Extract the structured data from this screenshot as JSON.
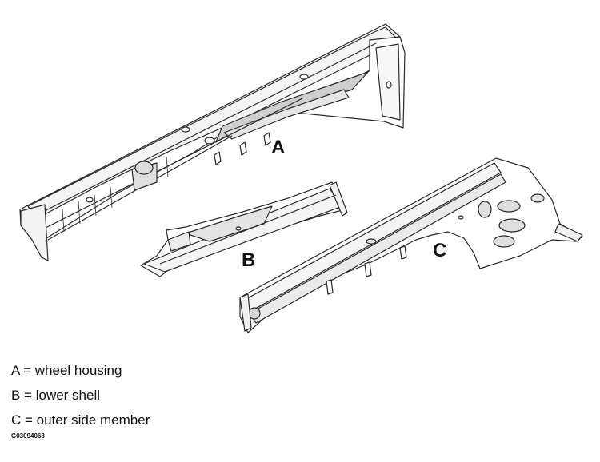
{
  "callouts": {
    "a": "A",
    "b": "B",
    "c": "C"
  },
  "legend": [
    "A = wheel housing",
    "B = lower shell",
    "C = outer side member"
  ],
  "figure_code": "G03094068",
  "colors": {
    "line": "#2a2a2a",
    "fill": "#ffffff",
    "shade": "#d9d9d9",
    "shade_dark": "#b8b8b8"
  }
}
